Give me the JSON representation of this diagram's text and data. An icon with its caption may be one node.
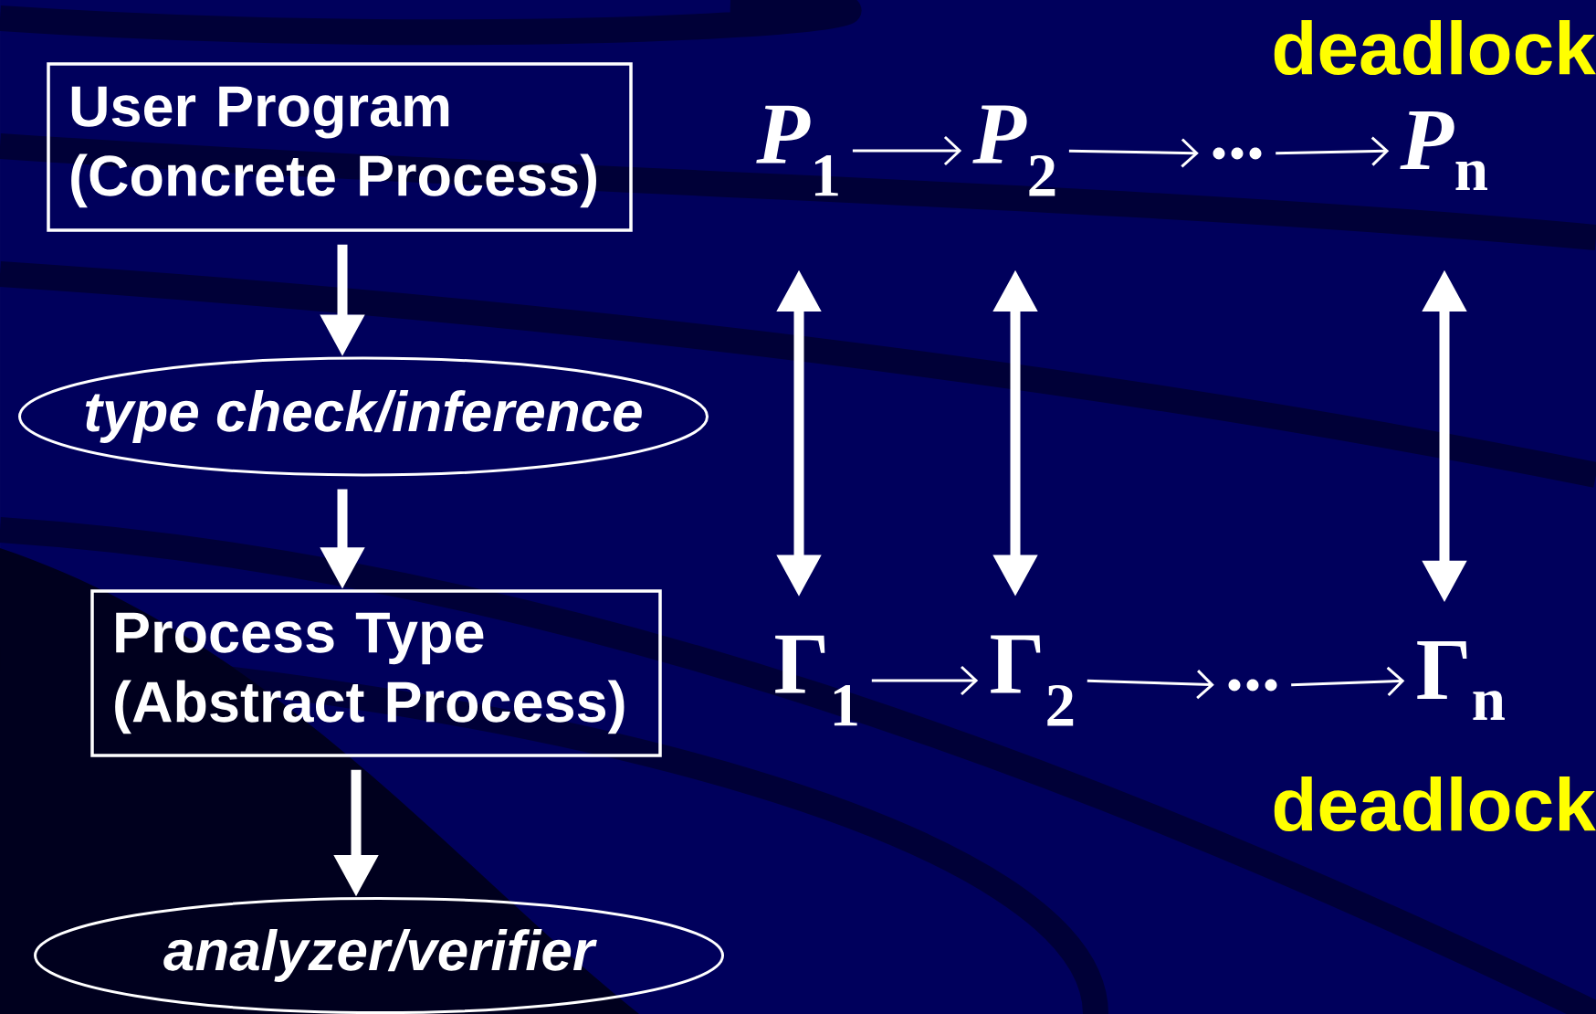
{
  "diagram": {
    "nodes": [
      {
        "text": [
          "User Program (Concrete Process)"
        ]
      },
      {
        "text": [
          "type check/inference"
        ]
      },
      {
        "text": [
          "Process Type (Abstract Process)"
        ]
      },
      {
        "text": [
          "analyzer/verifier"
        ]
      },
      {
        "text": [
          "*P*$_{1}$"
        ]
      },
      {
        "text": [
          "*P*$_{2}$"
        ]
      },
      {
        "text": [
          "..."
        ]
      },
      {
        "text": [
          "*P*$_{n}$"
        ]
      },
      {
        "text": [
          "Γ$_{1}$"
        ]
      },
      {
        "text": [
          "Γ$_{2}$"
        ]
      },
      {
        "text": [
          "..."
        ]
      },
      {
        "text": [
          "Γ$_{n}$"
        ]
      }
    ],
    "edges": [
      {
        "from": 0,
        "to": 1,
        "arrow": "to",
        "style": "thick"
      },
      {
        "from": 1,
        "to": 2,
        "arrow": "to",
        "style": "thick"
      },
      {
        "from": 2,
        "to": 3,
        "arrow": "to",
        "style": "thick"
      },
      {
        "from": 4,
        "to": 5,
        "arrow": "to"
      },
      {
        "from": 5,
        "to": 6,
        "arrow": "to"
      },
      {
        "from": 6,
        "to": 7,
        "arrow": "to"
      },
      {
        "from": 8,
        "to": 9,
        "arrow": "to"
      },
      {
        "from": 9,
        "to": 10,
        "arrow": "to"
      },
      {
        "from": 10,
        "to": 11,
        "arrow": "to"
      },
      {
        "from": 4,
        "to": 8,
        "arrow": "both",
        "style": "thick"
      },
      {
        "from": 5,
        "to": 9,
        "arrow": "both",
        "style": "thick"
      },
      {
        "from": 7,
        "to": 11,
        "arrow": "both",
        "style": "thick"
      }
    ],
    "labels": [
      "deadlock",
      "deadlock"
    ]
  }
}
